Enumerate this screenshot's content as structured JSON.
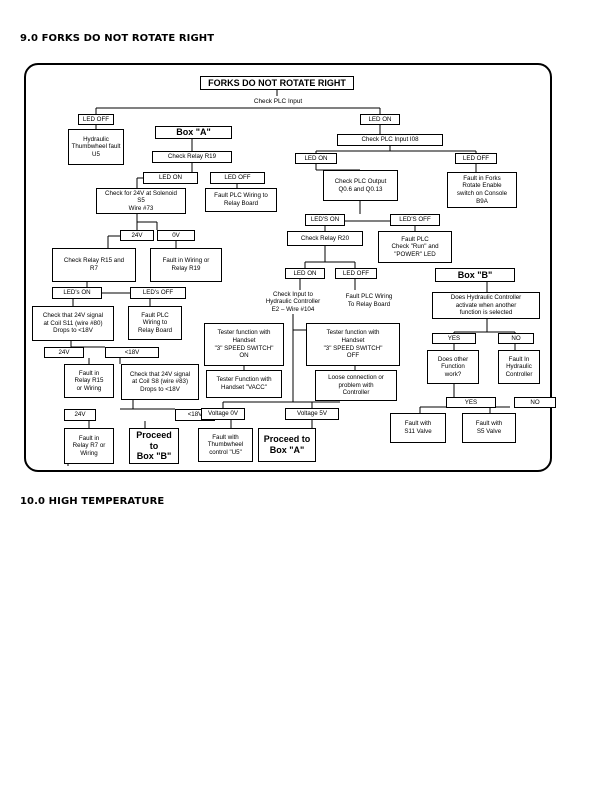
{
  "section_9": "9.0 FORKS DO NOT ROTATE RIGHT",
  "section_10": "10.0 HIGH TEMPERATURE",
  "chart": {
    "title": "FORKS DO NOT ROTATE RIGHT",
    "check_plc_input": "Check PLC Input",
    "led_off_left": "LED OFF",
    "hyd_thumbwheel": "Hydraulic\nThumbwheel fault\nU5",
    "box_a": "Box \"A\"",
    "check_relay_r19": "Check Relay R19",
    "led_on_r19": "LED ON",
    "led_off_r19": "LED OFF",
    "check_24v_s5": "Check for 24V at Solenoid\nS5\nWire #73",
    "fault_plc_wiring_relay": "Fault PLC Wiring to\nRelay Board",
    "v24_a": "24V",
    "v0_a": "0V",
    "check_relay_r15_r7": "Check Relay R15 and\nR7",
    "fault_wiring_r19": "Fault in Wiring or\nRelay R19",
    "leds_on_a": "LED's ON",
    "leds_off_a": "LED's OFF",
    "check_24v_coil_s11": "Check that 24V signal\nat Coil S11 (wire #80)\nDrops to <18V",
    "fault_plc_relay_board": "Fault PLC\nWiring to\nRelay Board",
    "v24_b": "24V",
    "lt18_b": "<18V",
    "fault_relay_r15": "Fault in\nRelay R15\nor Wiring",
    "check_24v_coil_s8": "Check that 24V signal\nat Coil S8 (wire #83)\nDrops to <18V",
    "v24_c": "24V",
    "lt18_c": "<18V",
    "fault_relay_r7": "Fault in\nRelay R7 or\nWiring",
    "proceed_box_b": "Proceed\nto\nBox \"B\"",
    "led_on_right": "LED ON",
    "check_plc_input_i08": "Check PLC Input I08",
    "led_on_i08": "LED ON",
    "led_off_i08": "LED OFF",
    "check_plc_output": "Check PLC Output\nQ0.6 and Q0.13",
    "fault_forks_enable": "Fault in Forks\nRotate Enable\nswitch on Console\nB9A",
    "leds_on_out": "LED'S ON",
    "leds_off_out": "LED'S OFF",
    "check_relay_r20": "Check Relay R20",
    "fault_plc_run": "Fault PLC\nCheck \"Run\" and\n\"POWER\" LED",
    "led_on_r20": "LED ON",
    "led_off_r20": "LED OFF",
    "check_input_hyd": "Check Input to\nHydraulic Controller\nE2 – Wire #104",
    "fault_plc_wiring_r20": "Fault PLC Wiring\nTo Relay Board",
    "tester_on": "Tester function with\nHandset\n\"3\" SPEED SWITCH\"\nON",
    "tester_off": "Tester function with\nHandset\n\"3\" SPEED SWITCH\"\nOFF",
    "tester_vacc": "Tester Function with\nHandset \"VACC\"",
    "loose_connection": "Loose connection or\nproblem with\nController",
    "voltage_0v": "Voltage 0V",
    "voltage_5v": "Voltage 5V",
    "fault_thumbwheel_u5": "Fault with\nThumbwheel\ncontrol \"U5\"",
    "proceed_box_a": "Proceed to\nBox \"A\"",
    "box_b": "Box \"B\"",
    "does_hyd_controller": "Does Hydraulic Controller\nactivate when another\nfunction is selected",
    "yes_1": "YES",
    "no_1": "NO",
    "does_other_function": "Does other\nFunction\nwork?",
    "fault_hyd_controller": "Fault In\nHydraulic\nController",
    "yes_2": "YES",
    "no_2": "NO",
    "fault_s11": "Fault with\nS11 Valve",
    "fault_s5": "Fault with\nS5 Valve"
  }
}
